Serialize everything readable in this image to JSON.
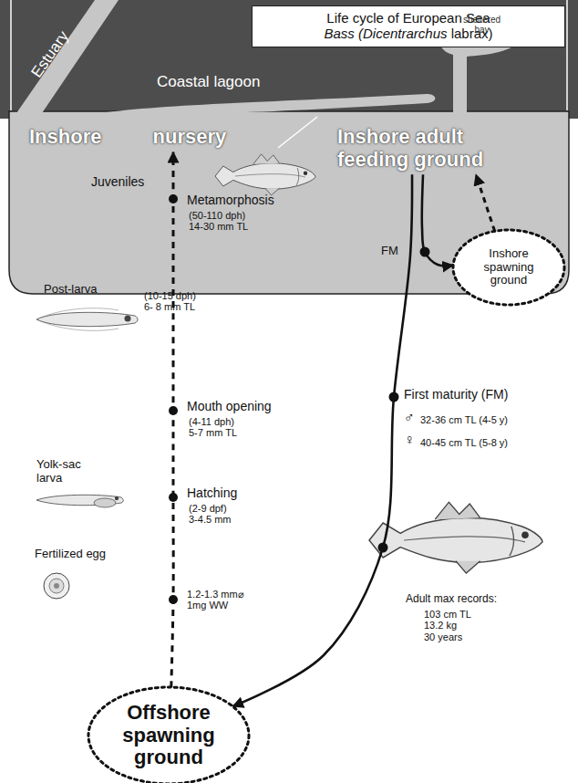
{
  "diagram": {
    "title": "Life cycle of European Sea Bass (Dicentrarchus labrax)",
    "nodes": [
      {
        "text": [
          "Inshore nursery"
        ]
      },
      {
        "text": [
          "Inshore adult feeding ground"
        ]
      },
      {
        "text": [
          "Inshore spawning ground"
        ]
      },
      {
        "text": [
          "Offshore spawning ground"
        ]
      }
    ],
    "edges": [
      {
        "from": 3,
        "to": 0,
        "arrow": "to"
      },
      {
        "from": 1,
        "to": 3,
        "arrow": "to"
      },
      {
        "from": 1,
        "to": 2,
        "arrow": "to"
      },
      {
        "from": 2,
        "to": 1,
        "arrow": "to"
      }
    ],
    "labels": [
      "Estuary",
      "Coastal lagoon",
      "sheltered bay",
      "Juveniles",
      "Metamorphosis",
      "(50-110 dph) 14-30 mm TL",
      "Post-larva",
      "(10-15 dph) 6- 8 mm TL",
      "Mouth opening",
      "(4-11 dph) 5-7 mm TL",
      "Yolk-sac larva",
      "Hatching",
      "(2-9 dpf) 3-4.5 mm",
      "Fertilized egg",
      "1.2-1.3 mm⌀ 1mg WW",
      "FM",
      "First maturity (FM)",
      "♂",
      "32-36 cm TL (4-5 y)",
      "♀",
      "40-45 cm TL (5-8 y)",
      "Adult max records:",
      "103 cm TL 13.2 kg 30 years"
    ]
  }
}
